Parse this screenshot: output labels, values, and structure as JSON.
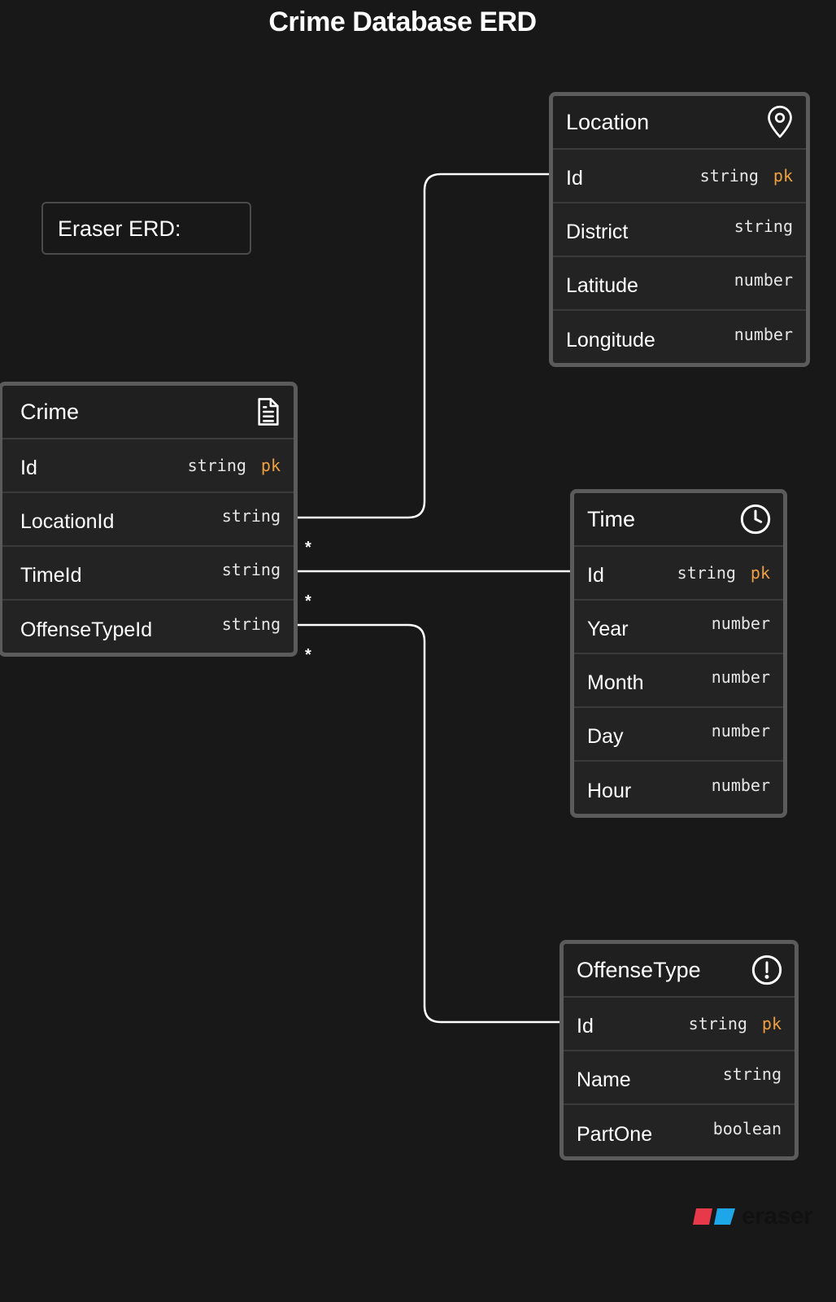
{
  "title": "Crime Database ERD",
  "note": "Eraser ERD:",
  "entities": {
    "location": {
      "name": "Location",
      "icon": "map-pin-icon",
      "fields": [
        {
          "name": "Id",
          "type": "string",
          "pk": "pk"
        },
        {
          "name": "District",
          "type": "string"
        },
        {
          "name": "Latitude",
          "type": "number"
        },
        {
          "name": "Longitude",
          "type": "number"
        }
      ]
    },
    "crime": {
      "name": "Crime",
      "icon": "document-icon",
      "fields": [
        {
          "name": "Id",
          "type": "string",
          "pk": "pk"
        },
        {
          "name": "LocationId",
          "type": "string"
        },
        {
          "name": "TimeId",
          "type": "string"
        },
        {
          "name": "OffenseTypeId",
          "type": "string"
        }
      ]
    },
    "time": {
      "name": "Time",
      "icon": "clock-icon",
      "fields": [
        {
          "name": "Id",
          "type": "string",
          "pk": "pk"
        },
        {
          "name": "Year",
          "type": "number"
        },
        {
          "name": "Month",
          "type": "number"
        },
        {
          "name": "Day",
          "type": "number"
        },
        {
          "name": "Hour",
          "type": "number"
        }
      ]
    },
    "offense": {
      "name": "OffenseType",
      "icon": "alert-circle-icon",
      "fields": [
        {
          "name": "Id",
          "type": "string",
          "pk": "pk"
        },
        {
          "name": "Name",
          "type": "string"
        },
        {
          "name": "PartOne",
          "type": "boolean"
        }
      ]
    }
  },
  "relationships": [
    {
      "from": "Crime.LocationId",
      "to": "Location.Id",
      "cardinality": "*"
    },
    {
      "from": "Crime.TimeId",
      "to": "Time.Id",
      "cardinality": "*"
    },
    {
      "from": "Crime.OffenseTypeId",
      "to": "OffenseType.Id",
      "cardinality": "*"
    }
  ],
  "logo": {
    "text": "eraser"
  },
  "colors": {
    "background": "#181818",
    "pk": "#f0a040",
    "border": "#5b5b5b",
    "logo_red": "#e8394a",
    "logo_blue": "#1ea7e8"
  }
}
